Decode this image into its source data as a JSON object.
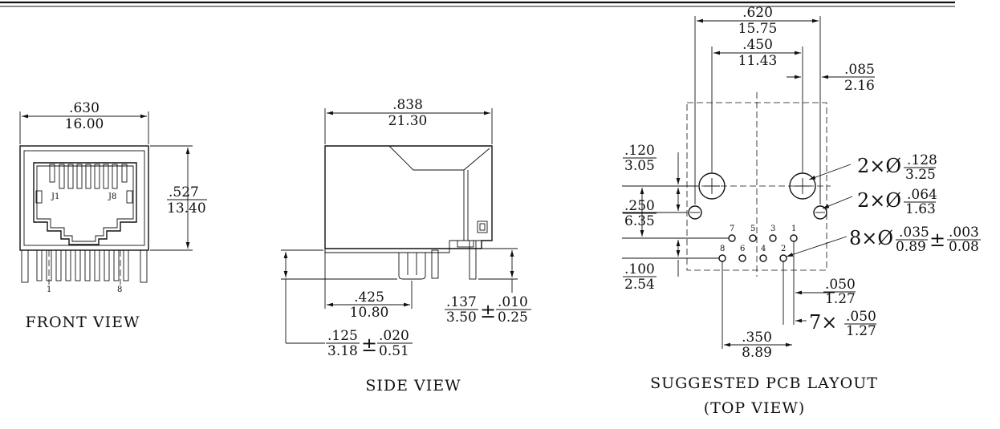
{
  "front_view": {
    "caption": "FRONT VIEW",
    "width_in": ".630",
    "width_mm": "16.00",
    "height_in": ".527",
    "height_mm": "13.40",
    "label_j1": "J1",
    "label_j8": "J8",
    "pin_first": "1",
    "pin_last": "8"
  },
  "side_view": {
    "caption": "SIDE VIEW",
    "length_in": ".838",
    "length_mm": "21.30",
    "offset_in": ".425",
    "offset_mm": "10.80",
    "pin_len_in": ".137",
    "pin_len_mm": "3.50",
    "pin_tol_in": ".010",
    "pin_tol_mm": "0.25",
    "total_in": ".125",
    "total_mm": "3.18",
    "total_tol_in": ".020",
    "total_tol_mm": "0.51",
    "plusminus": "±"
  },
  "pcb_layout": {
    "caption": "SUGGESTED PCB LAYOUT",
    "subcaption": "(TOP VIEW)",
    "outer_in": ".620",
    "outer_mm": "15.75",
    "inner_in": ".450",
    "inner_mm": "11.43",
    "edge_in": ".085",
    "edge_mm": "2.16",
    "v1_in": ".120",
    "v1_mm": "3.05",
    "v2_in": ".250",
    "v2_mm": "6.35",
    "v3_in": ".100",
    "v3_mm": "2.54",
    "row_in": ".050",
    "row_mm": "1.27",
    "span_in": ".350",
    "span_mm": "8.89",
    "hole_big_prefix": "2×Ø",
    "hole_big_in": ".128",
    "hole_big_mm": "3.25",
    "hole_small_prefix": "2×Ø",
    "hole_small_in": ".064",
    "hole_small_mm": "1.63",
    "pin_prefix": "8×Ø",
    "pin_in": ".035",
    "pin_mm": "0.89",
    "pin_pm": "±",
    "pin_tol_in": ".003",
    "pin_tol_mm": "0.08",
    "pitch_prefix": "7×",
    "pitch_in": ".050",
    "pitch_mm": "1.27",
    "pins_top": [
      "7",
      "5",
      "3",
      "1"
    ],
    "pins_bottom": [
      "8",
      "6",
      "4",
      "2"
    ]
  }
}
